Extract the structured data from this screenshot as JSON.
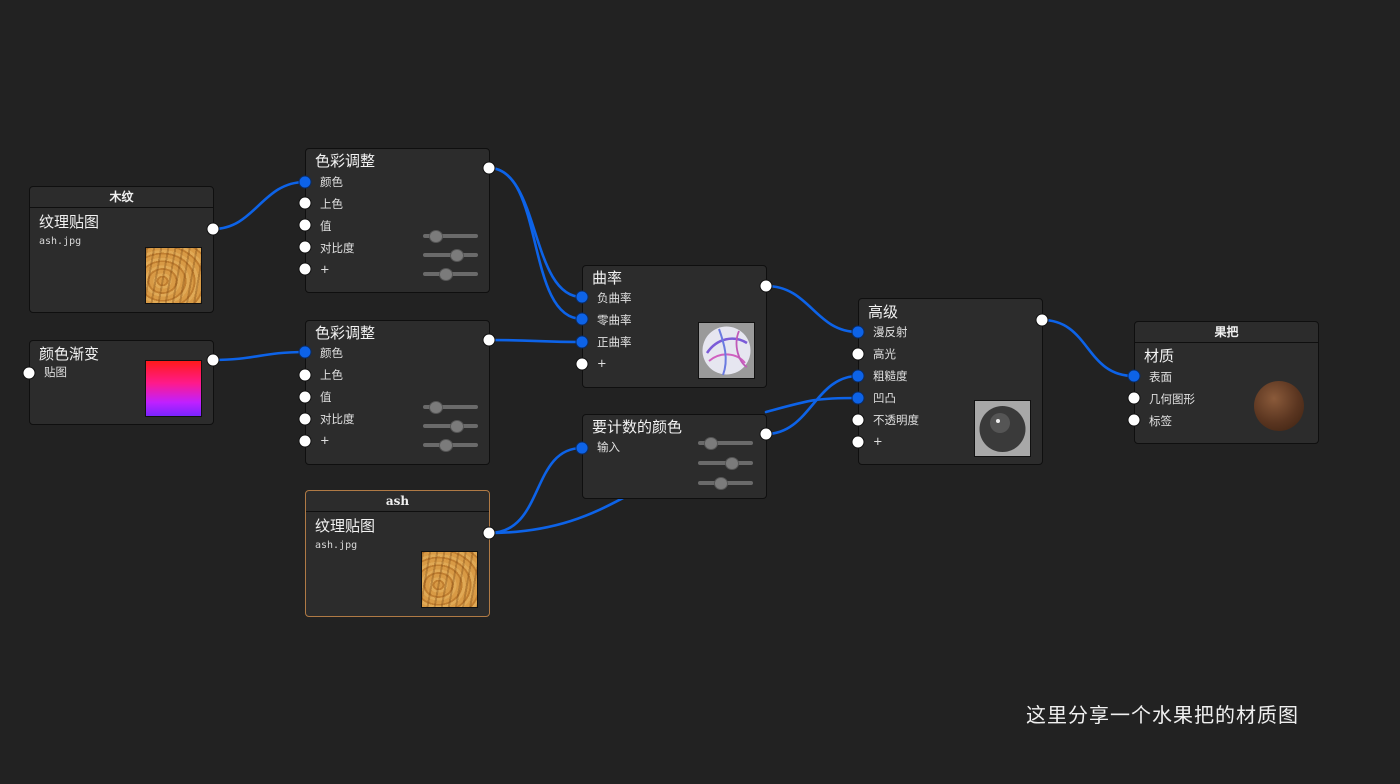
{
  "caption": "这里分享一个水果把的材质图",
  "colors": {
    "wire": "#0d63e8",
    "port_connected": "#0d63e8",
    "port_free": "#ffffff",
    "selected_border": "#b07a45"
  },
  "nodes": {
    "muwen": {
      "header": "木纹",
      "title": "纹理贴图",
      "file": "ash.jpg",
      "thumbnail": "wood-texture"
    },
    "gradient": {
      "title": "颜色渐变",
      "input": "贴图",
      "thumbnail": "red-purple-gradient"
    },
    "color_adjust_1": {
      "title": "色彩调整",
      "ports": [
        "颜色",
        "上色",
        "值",
        "对比度",
        "+"
      ]
    },
    "color_adjust_2": {
      "title": "色彩调整",
      "ports": [
        "颜色",
        "上色",
        "值",
        "对比度",
        "+"
      ]
    },
    "ash": {
      "header": "ash",
      "title": "纹理贴图",
      "file": "ash.jpg",
      "thumbnail": "wood-texture"
    },
    "curvature": {
      "title": "曲率",
      "ports": [
        "负曲率",
        "零曲率",
        "正曲率",
        "+"
      ],
      "thumbnail": "curvature-ball"
    },
    "count_color": {
      "title": "要计数的颜色",
      "ports": [
        "输入"
      ]
    },
    "advanced": {
      "title": "高级",
      "ports": [
        "漫反射",
        "高光",
        "粗糙度",
        "凹凸",
        "不透明度",
        "+"
      ],
      "thumbnail": "gray-ball"
    },
    "guoba": {
      "header": "果把",
      "title": "材质",
      "ports": [
        "表面",
        "几何图形",
        "标签"
      ],
      "thumbnail": "wood-sphere"
    }
  }
}
